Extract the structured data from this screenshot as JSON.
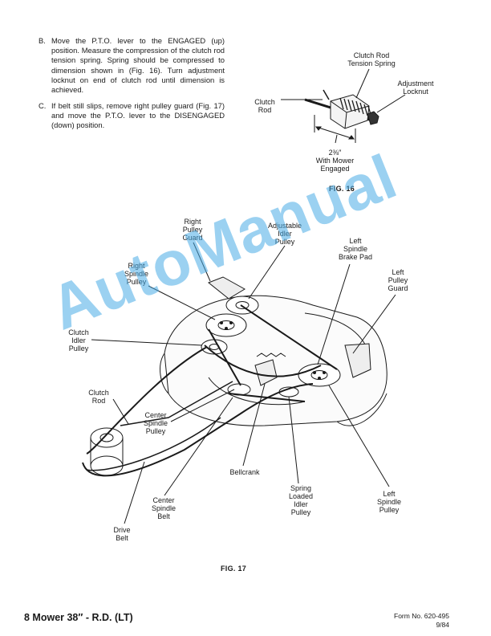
{
  "instructions": {
    "step_b": {
      "letter": "B.",
      "text": "Move the P.T.O. lever to the ENGAGED (up) position. Measure the compression of the clutch rod tension spring. Spring should be compressed to dimension shown in (Fig. 16). Turn adjustment locknut on end of clutch rod until dimension is achieved."
    },
    "step_c": {
      "letter": "C.",
      "text": "If belt still slips, remove right pulley guard (Fig. 17) and move the P.T.O. lever to the DISENGAGED (down) position."
    }
  },
  "fig16": {
    "caption": "FIG. 16",
    "labels": {
      "clutch_rod_tension_spring": "Clutch Rod\nTension Spring",
      "clutch_rod": "Clutch\nRod",
      "adjustment_locknut": "Adjustment\nLocknut",
      "dimension": "2⅜″\nWith Mower\nEngaged"
    }
  },
  "fig17": {
    "caption": "FIG. 17",
    "labels": {
      "right_pulley_guard": "Right\nPulley\nGuard",
      "adjustable_idler_pulley": "Adjustable\nIdler\nPulley",
      "left_spindle_brake_pad": "Left\nSpindle\nBrake Pad",
      "right_spindle_pulley": "Right\nSpindle\nPulley",
      "left_pulley_guard": "Left\nPulley\nGuard",
      "clutch_idler_pulley": "Clutch\nIdler\nPulley",
      "clutch_rod": "Clutch\nRod",
      "center_spindle_pulley": "Center\nSpindle\nPulley",
      "bellcrank": "Bellcrank",
      "spring_loaded_idler_pulley": "Spring\nLoaded\nIdler\nPulley",
      "left_spindle_pulley": "Left\nSpindle\nPulley",
      "center_spindle_belt": "Center\nSpindle\nBelt",
      "drive_belt": "Drive\nBelt"
    }
  },
  "watermark": "AutoManual",
  "footer": {
    "title": "8 Mower 38″ - R.D. (LT)",
    "form_no": "Form No. 620-495",
    "date": "9/84"
  }
}
